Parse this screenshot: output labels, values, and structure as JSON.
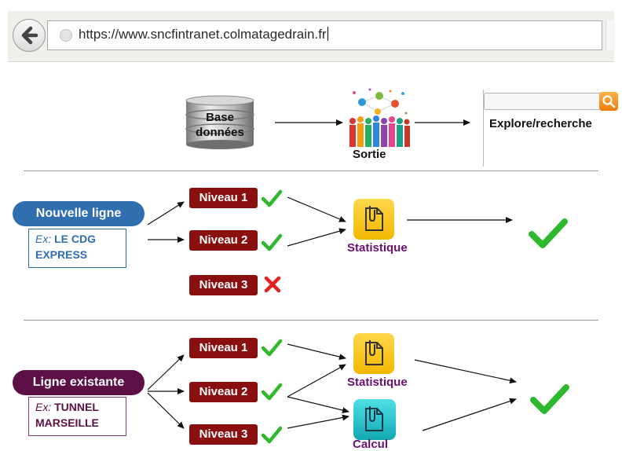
{
  "browser": {
    "url": "https://www.sncfintranet.colmatagedrain.fr",
    "icons": [
      "back-arrow-icon",
      "globe-icon"
    ]
  },
  "top_row": {
    "database_label_1": "Base",
    "database_label_2": "données",
    "output_label": "Sortie",
    "search_label": "Explore/recherche",
    "icons": [
      "database-icon",
      "people-network-icon",
      "search-icon"
    ]
  },
  "section_new": {
    "title": "Nouvelle ligne",
    "example_prefix": "Ex:",
    "example_line1": "LE CDG",
    "example_line2": "EXPRESS",
    "levels": [
      {
        "label": "Niveau 1",
        "status": "check"
      },
      {
        "label": "Niveau 2",
        "status": "check"
      },
      {
        "label": "Niveau 3",
        "status": "cross"
      }
    ],
    "output": "Statistique"
  },
  "section_existing": {
    "title": "Ligne existante",
    "example_prefix": "Ex:",
    "example_line1": "TUNNEL",
    "example_line2": "MARSEILLE",
    "levels": [
      {
        "label": "Niveau 1",
        "status": "check"
      },
      {
        "label": "Niveau 2",
        "status": "check"
      },
      {
        "label": "Niveau 3",
        "status": "check"
      }
    ],
    "outputs": [
      "Statistique",
      "Calcul"
    ]
  },
  "colors": {
    "new_pill": "#2f6fb0",
    "existing_pill": "#5c1046",
    "level_badge": "#8a0f0f",
    "check": "#2eb82e",
    "cross": "#e52222",
    "statistique_icon": "#f5c400",
    "calcul_icon": "#1fbcc4",
    "caption_purple": "#6a1170"
  }
}
